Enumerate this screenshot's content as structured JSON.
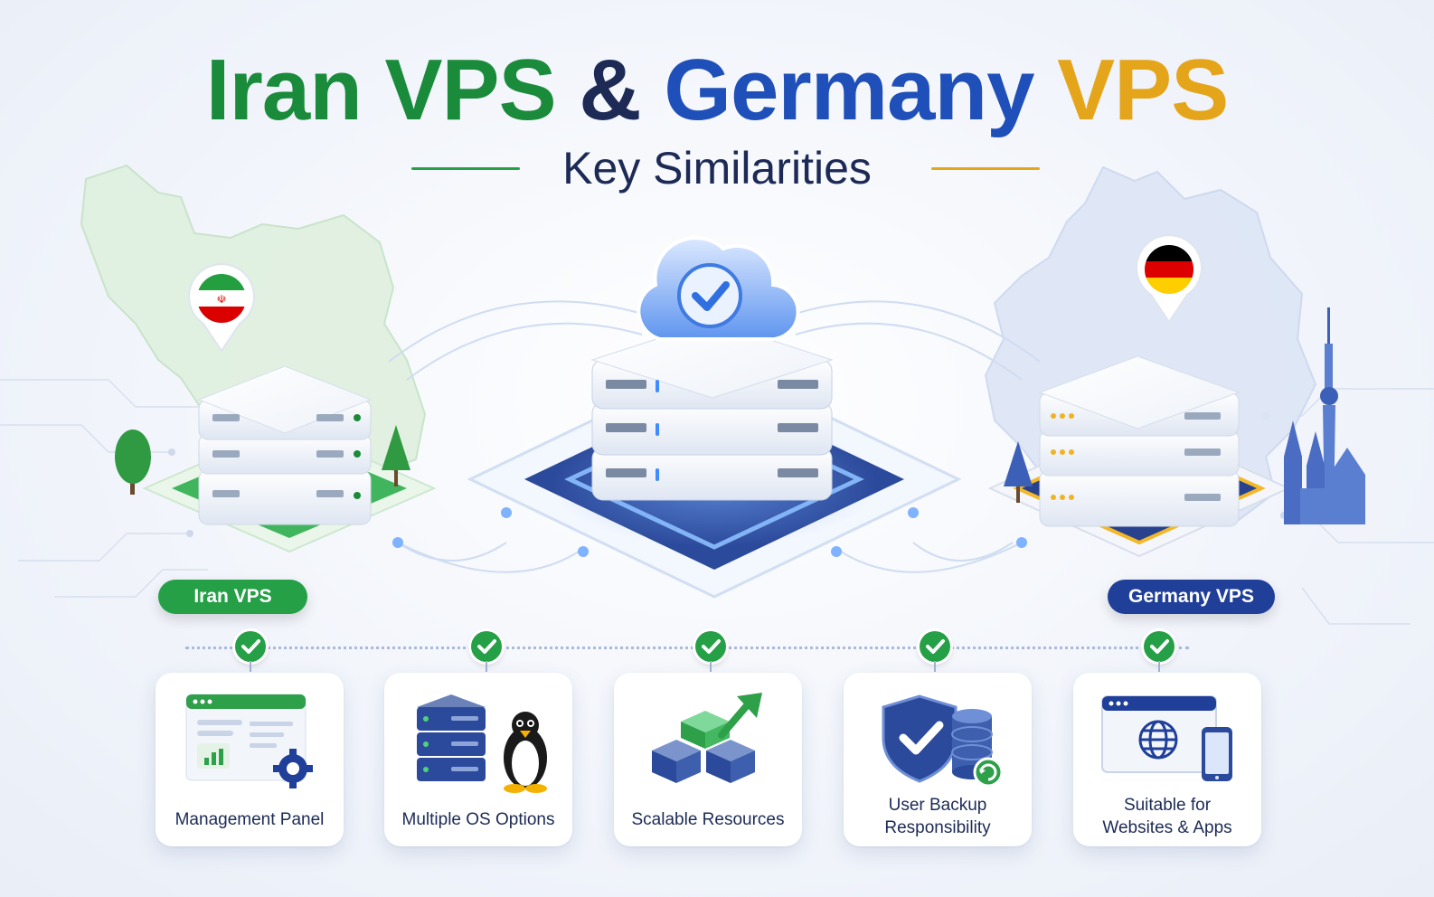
{
  "title": {
    "part1": "Iran VPS",
    "amp": " & ",
    "part2": "Germany",
    "part3": " VPS",
    "subtitle": "Key Similarities"
  },
  "colors": {
    "iran_green": "#1a8a3b",
    "germany_blue": "#1f4fb8",
    "germany_yellow": "#e5a51a",
    "navy": "#1c2a55",
    "check_green": "#26a047"
  },
  "locations": {
    "iran": {
      "label": "Iran VPS",
      "flag": "iran-flag-icon"
    },
    "germany": {
      "label": "Germany VPS",
      "flag": "germany-flag-icon"
    }
  },
  "center": {
    "icon": "cloud-check-icon"
  },
  "features": [
    {
      "label1": "Management Panel",
      "label2": "",
      "icon": "management-panel-icon"
    },
    {
      "label1": "Multiple OS Options",
      "label2": "",
      "icon": "server-linux-icon"
    },
    {
      "label1": "Scalable Resources",
      "label2": "",
      "icon": "scaling-blocks-icon"
    },
    {
      "label1": "User Backup",
      "label2": "Responsibility",
      "icon": "shield-database-icon"
    },
    {
      "label1": "Suitable for",
      "label2": "Websites & Apps",
      "icon": "browser-mobile-icon"
    }
  ]
}
